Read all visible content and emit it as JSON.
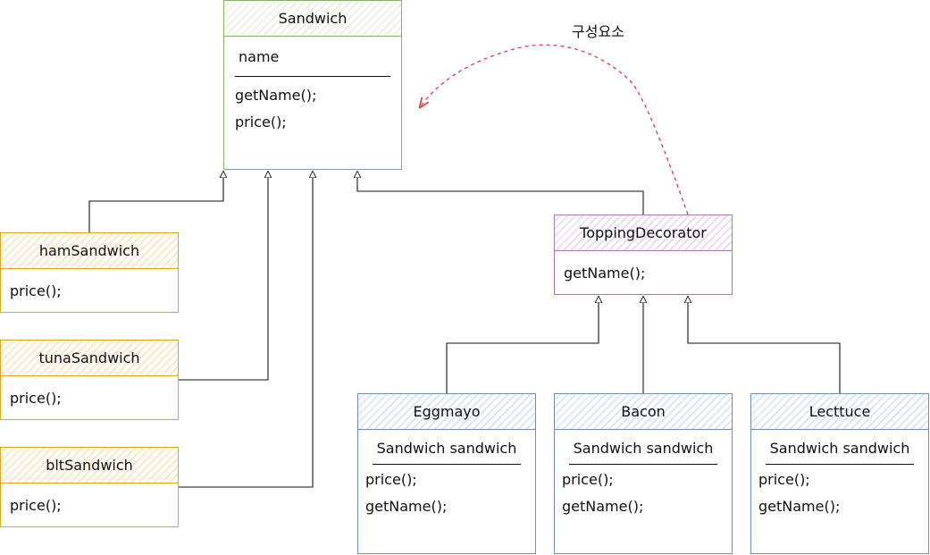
{
  "colors": {
    "sandwich_border": "#82b366",
    "concrete_border": "#d6a72a",
    "decorator_border": "#a477b6",
    "topping_border": "#6c8ebf",
    "composition_arrow": "#e53935"
  },
  "sandwich": {
    "title": "Sandwich",
    "field": "name",
    "methods": [
      "getName();",
      "price();"
    ]
  },
  "concrete": [
    {
      "title": "hamSandwich",
      "method": "price();"
    },
    {
      "title": "tunaSandwich",
      "method": "price();"
    },
    {
      "title": "bltSandwich",
      "method": "price();"
    }
  ],
  "decorator": {
    "title": "ToppingDecorator",
    "method": "getName();"
  },
  "toppings": [
    {
      "title": "Eggmayo",
      "field": "Sandwich sandwich",
      "methods": [
        "price();",
        "getName();"
      ]
    },
    {
      "title": "Bacon",
      "field": "Sandwich sandwich",
      "methods": [
        "price();",
        "getName();"
      ]
    },
    {
      "title": "Lecttuce",
      "field": "Sandwich sandwich",
      "methods": [
        "price();",
        "getName();"
      ]
    }
  ],
  "composition_label": "구성요소"
}
